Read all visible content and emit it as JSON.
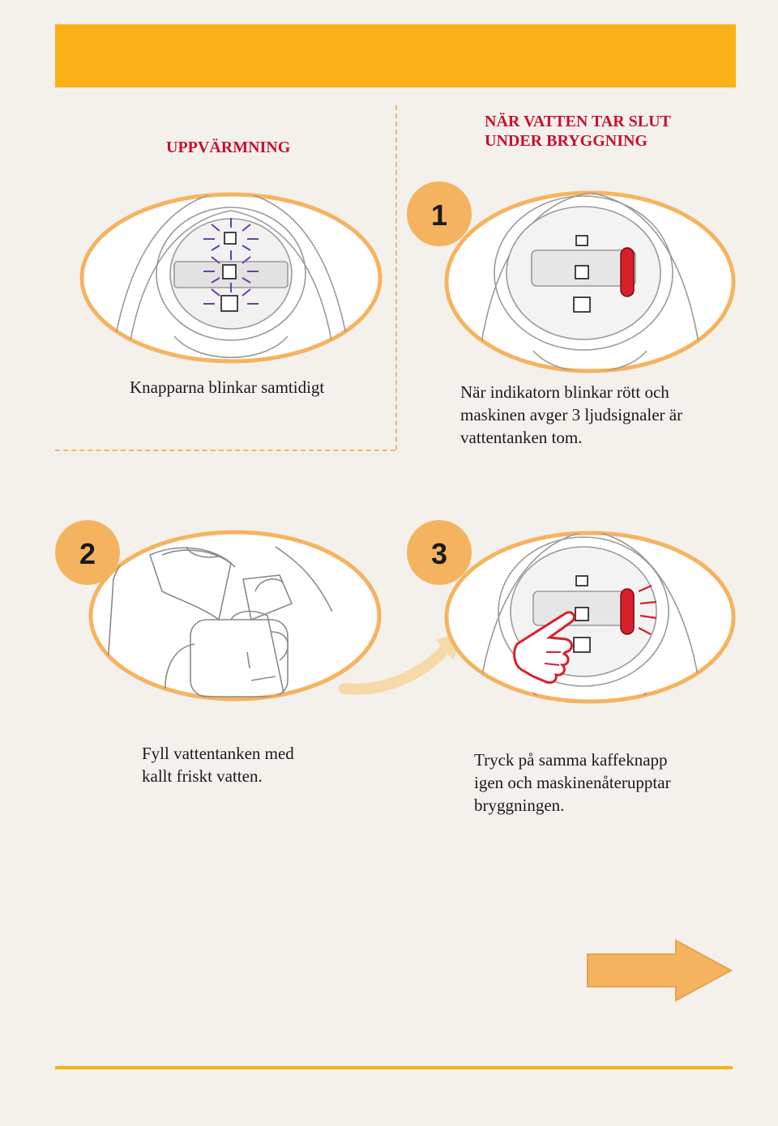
{
  "headings": {
    "heating": "UPPVÄRMNING",
    "water_runs_out": [
      "NÄR VATTEN TAR SLUT",
      "UNDER BRYGGNING"
    ]
  },
  "captions": {
    "heating": "Knapparna blinkar samtidigt",
    "empty_tank": [
      "När indikatorn blinkar rött och",
      "maskinen avger 3 ljudsignaler är",
      "vattentanken tom."
    ],
    "step2": [
      "Fyll vattentanken med",
      "kallt friskt vatten."
    ],
    "step3": [
      "Tryck på samma kaffeknapp",
      "igen och maskinenåterupptar",
      "bryggningen."
    ]
  },
  "steps": {
    "one": "1",
    "two": "2",
    "three": "3"
  },
  "colors": {
    "banner": "#f9b117",
    "heading": "#c8102e",
    "accent_orange": "#f6b35f",
    "indicator_red": "#d8202a",
    "blink_purple": "#6b3fa0"
  },
  "icons": [
    "cup-small-icon",
    "cup-medium-icon",
    "cup-large-icon",
    "pointing-hand-icon",
    "next-arrow-icon"
  ]
}
